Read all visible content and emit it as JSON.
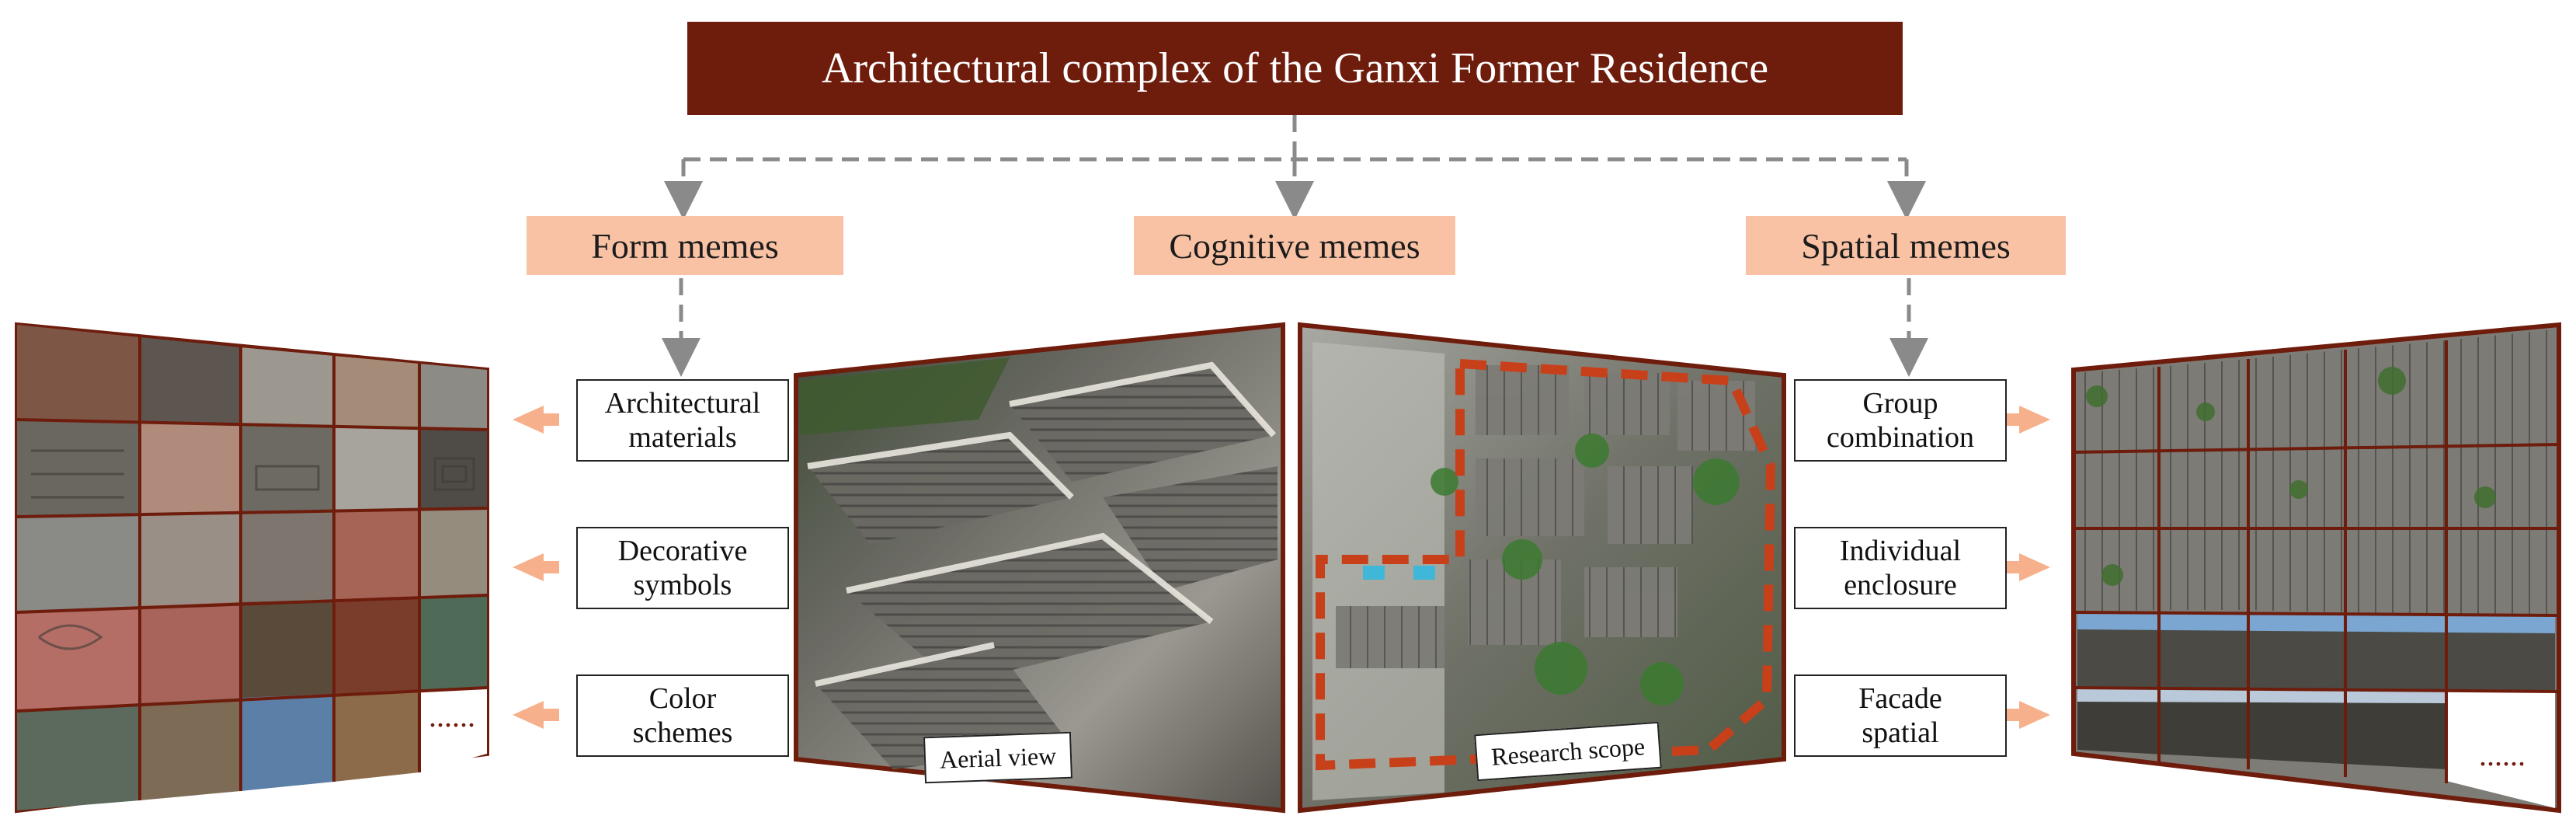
{
  "title": "Architectural complex of the Ganxi Former Residence",
  "memes": [
    {
      "label": "Form memes"
    },
    {
      "label": "Cognitive memes"
    },
    {
      "label": "Spatial memes"
    }
  ],
  "form_items": [
    {
      "line1": "Architectural",
      "line2": "materials"
    },
    {
      "line1": "Decorative",
      "line2": "symbols"
    },
    {
      "line1": "Color",
      "line2": "schemes"
    }
  ],
  "spatial_items": [
    {
      "line1": "Group",
      "line2": "combination"
    },
    {
      "line1": "Individual",
      "line2": "enclosure"
    },
    {
      "line1": "Facade",
      "line2": "spatial"
    }
  ],
  "photos": {
    "aerial_caption": "Aerial view",
    "scope_caption": "Research scope"
  },
  "ellipsis": "......",
  "colors": {
    "title_bg": "#6e1c0c",
    "meme_bg": "#f9c2a4",
    "frame": "#7a1f10",
    "arrow_gray": "#8a8a8a",
    "arrow_peach": "#f7b08c",
    "scope_dash": "#c8401a"
  }
}
